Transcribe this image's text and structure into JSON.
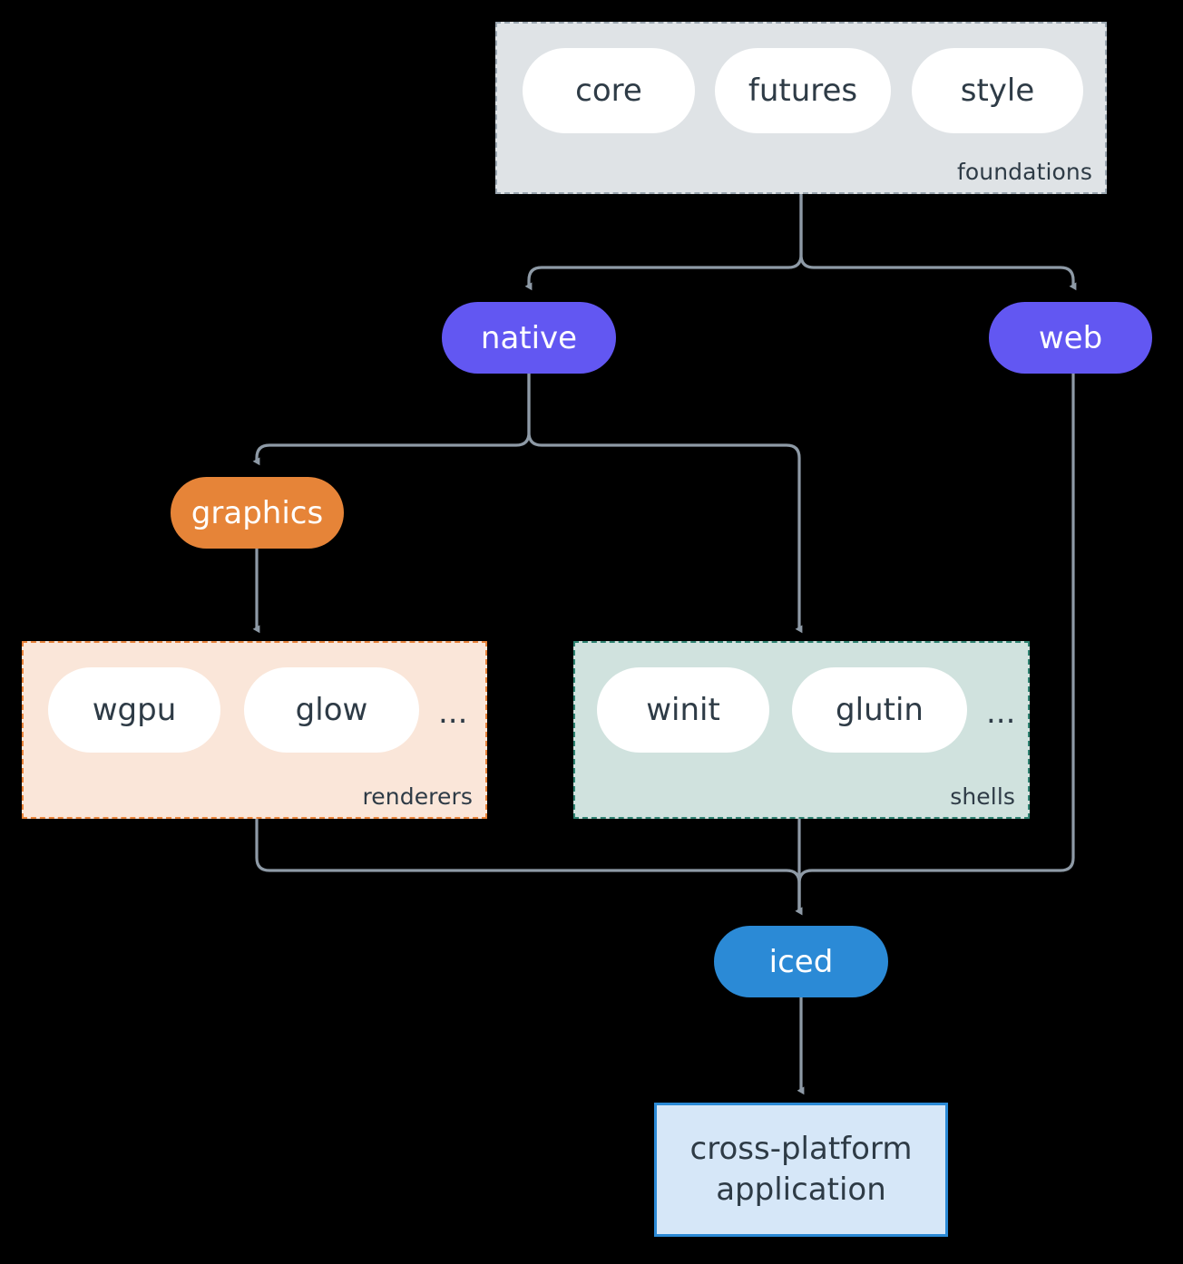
{
  "diagram": {
    "type": "architecture-flow",
    "background_color": "#000000",
    "edge_color": "#8e9aa6",
    "groups": [
      {
        "id": "foundations",
        "label": "foundations",
        "fill": "#dfe3e6",
        "border": "#9aa6b0",
        "border_style": "dashed",
        "items": [
          "core",
          "futures",
          "style"
        ]
      },
      {
        "id": "renderers",
        "label": "renderers",
        "fill": "#fae6d9",
        "border": "#e8833a",
        "border_style": "dashed",
        "items": [
          "wgpu",
          "glow"
        ],
        "overflow_glyph": "..."
      },
      {
        "id": "shells",
        "label": "shells",
        "fill": "#d0e2de",
        "border": "#2f8372",
        "border_style": "dashed",
        "items": [
          "winit",
          "glutin"
        ],
        "overflow_glyph": "..."
      }
    ],
    "nodes": [
      {
        "id": "native",
        "label": "native",
        "fill": "#6257f2",
        "text": "#ffffff",
        "shape": "pill"
      },
      {
        "id": "web",
        "label": "web",
        "fill": "#6257f2",
        "text": "#ffffff",
        "shape": "pill"
      },
      {
        "id": "graphics",
        "label": "graphics",
        "fill": "#e68438",
        "text": "#ffffff",
        "shape": "pill"
      },
      {
        "id": "iced",
        "label": "iced",
        "fill": "#2b8ad6",
        "text": "#ffffff",
        "shape": "pill"
      }
    ],
    "terminal": {
      "id": "cross-platform-application",
      "line1": "cross-platform",
      "line2": "application",
      "fill": "#d6e7f8",
      "border": "#2b8ad6",
      "text": "#2e3b46",
      "shape": "rect"
    },
    "edges": [
      {
        "from": "foundations",
        "to": "native"
      },
      {
        "from": "foundations",
        "to": "web"
      },
      {
        "from": "native",
        "to": "graphics"
      },
      {
        "from": "native",
        "to": "shells"
      },
      {
        "from": "graphics",
        "to": "renderers"
      },
      {
        "from": "renderers",
        "to": "iced"
      },
      {
        "from": "shells",
        "to": "iced"
      },
      {
        "from": "web",
        "to": "iced"
      },
      {
        "from": "iced",
        "to": "cross-platform-application"
      }
    ]
  }
}
